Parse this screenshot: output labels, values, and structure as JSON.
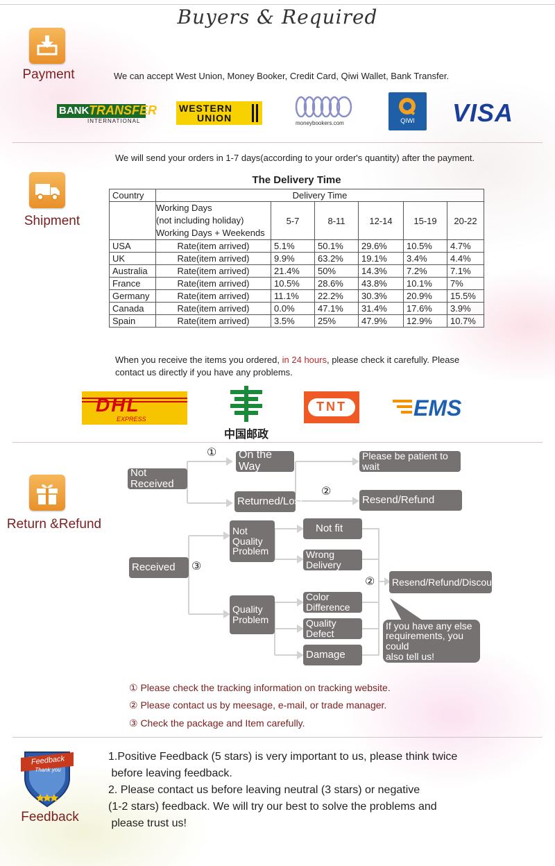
{
  "header": {
    "title": "Buyers & Required"
  },
  "payment": {
    "label": "Payment",
    "text": "We can accept West Union, Money Booker, Credit Card, Qiwi Wallet, Bank Transfer.",
    "logos": {
      "bank_transfer_a": "BANK",
      "bank_transfer_b": "TRANSFER",
      "bank_transfer_c": "INTERNATIONAL",
      "western_union_a": "WESTERN",
      "western_union_b": "UNION",
      "moneybookers": "moneybookers.com",
      "qiwi": "QIWI",
      "visa": "VISA"
    }
  },
  "shipment": {
    "label": "Shipment",
    "intro": "We will send your orders in 1-7 days(according to your order's quantity) after the payment.",
    "table_title": "The Delivery Time",
    "table": {
      "country_header": "Country",
      "delivery_header": "Delivery Time",
      "days_header_line1": "Working Days",
      "days_header_line2": "(not including holiday)",
      "days_header_line3": "Working Days + Weekends",
      "ranges": [
        "5-7",
        "8-11",
        "12-14",
        "15-19",
        "20-22"
      ],
      "rows": [
        {
          "country": "USA",
          "rate": "Rate(item arrived)",
          "values": [
            "5.1%",
            "50.1%",
            "29.6%",
            "10.5%",
            "4.7%"
          ]
        },
        {
          "country": "UK",
          "rate": "Rate(item arrived)",
          "values": [
            "9.9%",
            "63.2%",
            "19.1%",
            "3.4%",
            "4.4%"
          ]
        },
        {
          "country": "Australia",
          "rate": "Rate(item arrived)",
          "values": [
            "21.4%",
            "50%",
            "14.3%",
            "7.2%",
            "7.1%"
          ]
        },
        {
          "country": "France",
          "rate": "Rate(item arrived)",
          "values": [
            "10.5%",
            "28.6%",
            "43.8%",
            "10.1%",
            "7%"
          ]
        },
        {
          "country": "Germany",
          "rate": "Rate(item arrived)",
          "values": [
            "11.1%",
            "22.2%",
            "30.3%",
            "20.9%",
            "15.5%"
          ]
        },
        {
          "country": "Canada",
          "rate": "Rate(item arrived)",
          "values": [
            "0.0%",
            "47.1%",
            "31.4%",
            "17.6%",
            "3.9%"
          ]
        },
        {
          "country": "Spain",
          "rate": "Rate(item arrived)",
          "values": [
            "3.5%",
            "25%",
            "47.9%",
            "12.9%",
            "10.7%"
          ]
        }
      ]
    },
    "note_part1": "When you receive the items you ordered,",
    "note_highlight": "in 24 hours",
    "note_part2": ", please check it carefully. Please",
    "note_line2": "contact us directly if you have any problems.",
    "carriers": {
      "dhl": "DHL",
      "dhl_sub": "EXPRESS",
      "china_post": "中国邮政",
      "tnt": "TNT",
      "ems": "EMS"
    },
    "colors": {
      "highlight": "#c0282a",
      "dhl_yellow": "#f7c400",
      "dhl_red": "#d40511",
      "tnt_orange": "#ef5a24",
      "ems_blue": "#1d5fb0",
      "post_green": "#1a8a3a"
    }
  },
  "returns": {
    "label": "Return &Refund",
    "not_received": "Not Received",
    "on_the_way": "On the Way",
    "patient": "Please be patient to wait",
    "returned_lost": "Returned/Lost",
    "resend_refund": "Resend/Refund",
    "received": "Received",
    "not_quality_l1": "Not",
    "not_quality_l2": "Quality",
    "not_quality_l3": "Problem",
    "not_fit": "Not fit",
    "wrong_delivery": "Wrong Delivery",
    "quality_l1": "Quality",
    "quality_l2": "Problem",
    "color_difference": "Color Difference",
    "quality_defect": "Quality Defect",
    "damage": "Damage",
    "resend_refund_discount": "Resend/Refund/Discount",
    "bubble_l1": "If you have any else",
    "bubble_l2": "requirements, you could",
    "bubble_l3": "also tell us!",
    "mark1": "①",
    "mark2": "②",
    "mark3": "③",
    "notes": [
      "① Please check the tracking information on tracking website.",
      "② Please contact us by meesage, e-mail, or trade manager.",
      "③ Check the package and Item carefully."
    ]
  },
  "feedback": {
    "label": "Feedback",
    "badge_l1": "Feedback",
    "badge_l2": "Thank you",
    "lines": [
      "1.Positive Feedback (5 stars) is very important to us, please think twice",
      " before leaving feedback.",
      "2. Please contact us before leaving neutral (3 stars) or negative",
      "(1-2 stars) feedback. We will try our best to solve the problems and",
      " please trust us!"
    ]
  }
}
